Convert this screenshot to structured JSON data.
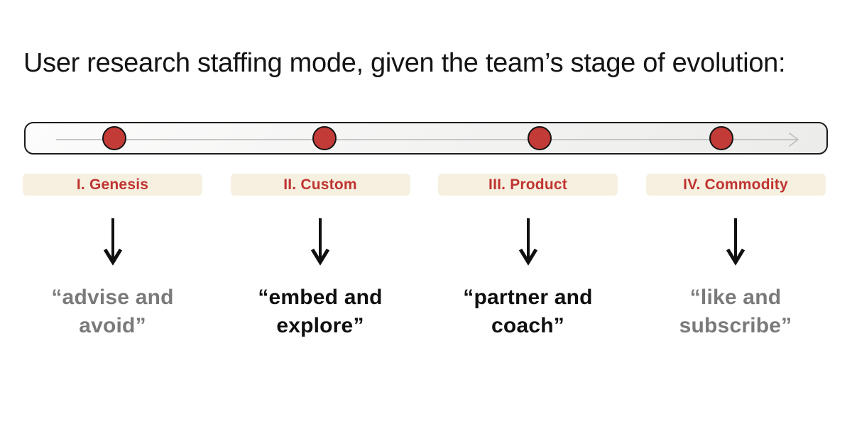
{
  "title": "User research staffing mode, given the team’s stage of evolution:",
  "timeline": {
    "axis_icon": "right-arrow-icon",
    "marker_icon": "red-dot",
    "marker_color": "#c23b36",
    "marker_border_color": "#141414",
    "axis_line_color": "#c5c5c5",
    "bar_border_color": "#1b1b1b"
  },
  "stages": [
    {
      "numeral": "I",
      "label": "I. Genesis",
      "quote": "“advise and avoid”",
      "quote_lines": [
        "“advise and",
        "avoid”"
      ],
      "emphasis": "dimmed",
      "quote_color": "#7a7a7a"
    },
    {
      "numeral": "II",
      "label": "II. Custom",
      "quote": "“embed and explore”",
      "quote_lines": [
        "“embed and",
        "explore”"
      ],
      "emphasis": "strong",
      "quote_color": "#0f0f0f"
    },
    {
      "numeral": "III",
      "label": "III. Product",
      "quote": "“partner and coach”",
      "quote_lines": [
        "“partner and",
        "coach”"
      ],
      "emphasis": "strong",
      "quote_color": "#0f0f0f"
    },
    {
      "numeral": "IV",
      "label": "IV. Commodity",
      "quote": "“like and subscribe”",
      "quote_lines": [
        "“like and",
        "subscribe”"
      ],
      "emphasis": "dimmed",
      "quote_color": "#7a7a7a"
    }
  ],
  "colors": {
    "background": "#ffffff",
    "stage_label_bg": "#f6f0e1",
    "stage_label_text": "#bf3430",
    "title_text": "#141414",
    "down_arrow": "#101010"
  }
}
